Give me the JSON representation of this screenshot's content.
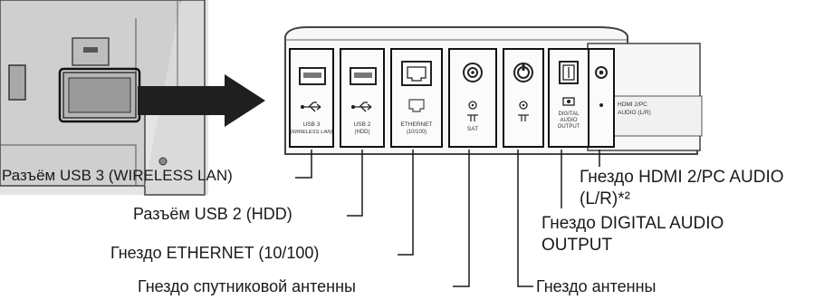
{
  "panel": {
    "usb3": {
      "line1": "USB 3",
      "line2": "(WIRELESS LAN)"
    },
    "usb2": {
      "line1": "USB 2",
      "line2": "(HDD)"
    },
    "ethernet": {
      "line1": "ETHERNET",
      "line2": "(10/100)"
    },
    "sat": {
      "text": "SAT"
    },
    "optical": {
      "line1": "DIGITAL",
      "line2": "AUDIO",
      "line3": "OUTPUT"
    },
    "hdmi_audio": {
      "line1": "HDMI 2/PC",
      "line2": "AUDIO (L/R)"
    }
  },
  "callouts": {
    "usb3": "Разъём USB 3 (WIRELESS LAN)",
    "usb2": "Разъём USB 2 (HDD)",
    "ethernet": "Гнездо ETHERNET (10/100)",
    "satellite": "Гнездо спутниковой антенны",
    "antenna": "Гнездо антенны",
    "hdmi_audio_line1": "Гнездо HDMI 2/PC AUDIO",
    "hdmi_audio_line2": "(L/R)*²",
    "digital_audio_line1": "Гнездо DIGITAL AUDIO",
    "digital_audio_line2": "OUTPUT"
  }
}
